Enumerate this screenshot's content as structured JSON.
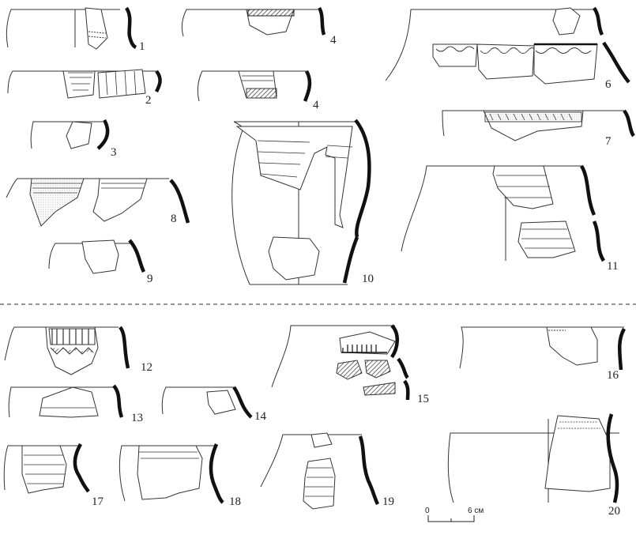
{
  "figure_numbers": [
    "1",
    "2",
    "3",
    "4",
    "4",
    "6",
    "7",
    "8",
    "9",
    "10",
    "11",
    "12",
    "13",
    "14",
    "15",
    "16",
    "17",
    "18",
    "19",
    "20"
  ],
  "scale_bar": {
    "start": "0",
    "end": "6 см"
  },
  "colors": {
    "ink": "#1a1a1a",
    "line": "#333333",
    "separator": "#555555"
  }
}
